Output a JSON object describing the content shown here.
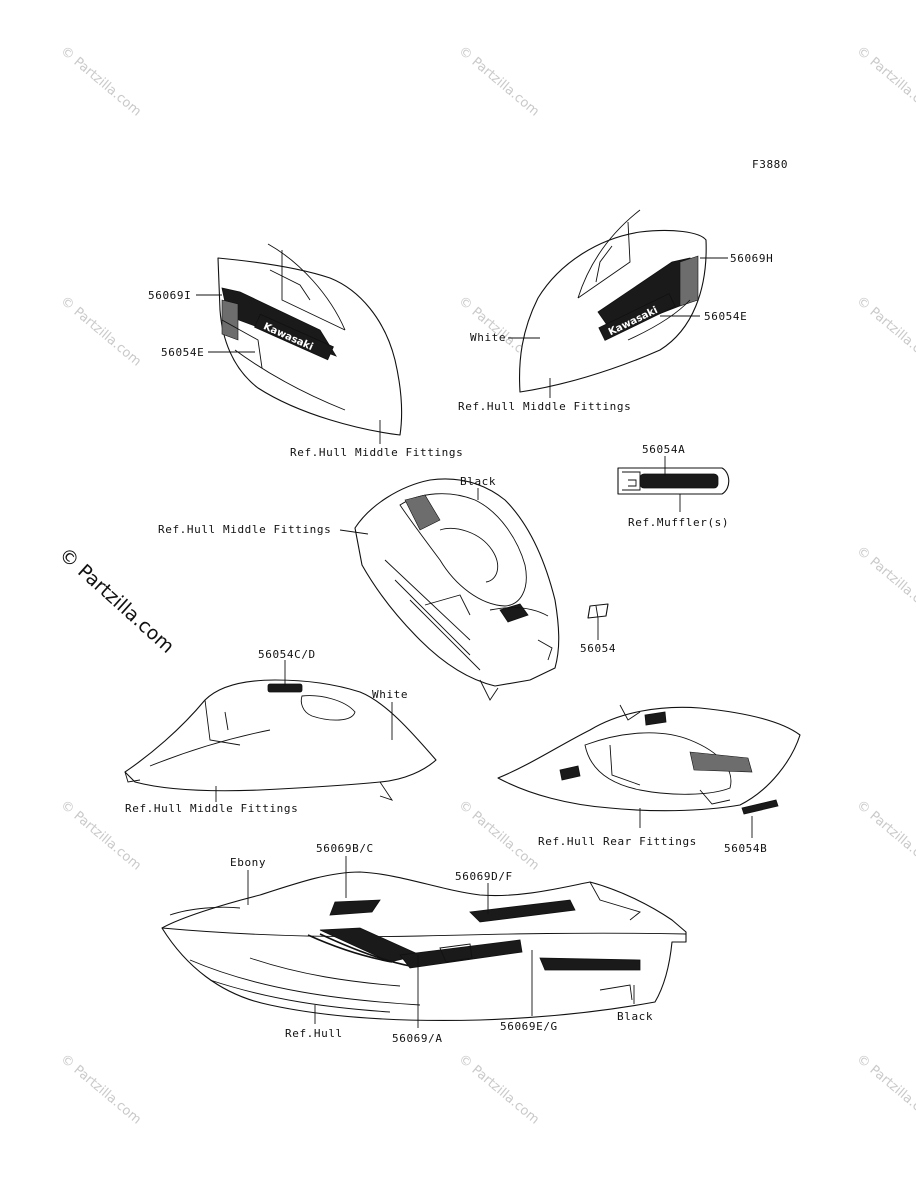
{
  "diagram_code": "F3880",
  "watermark": {
    "text": "© Partzilla.com",
    "big_text": "© Partzilla.com"
  },
  "brand_text": "Kawasaki",
  "colors": {
    "line": "#111111",
    "watermark": "#c9c9c9",
    "background": "#ffffff"
  },
  "labels": {
    "p56069I": "56069I",
    "p56054E_left": "56054E",
    "ref_hull_middle_1": "Ref.Hull Middle Fittings",
    "p56069H": "56069H",
    "white_1": "White",
    "p56054E_right": "56054E",
    "ref_hull_middle_2": "Ref.Hull Middle Fittings",
    "p56054A": "56054A",
    "ref_mufflers": "Ref.Muffler(s)",
    "black_1": "Black",
    "ref_hull_middle_3": "Ref.Hull Middle Fittings",
    "p56054": "56054",
    "p56054CD": "56054C/D",
    "white_2": "White",
    "ref_hull_middle_4": "Ref.Hull Middle Fittings",
    "ref_hull_rear": "Ref.Hull Rear Fittings",
    "p56054B": "56054B",
    "ebony": "Ebony",
    "p56069BC": "56069B/C",
    "p56069DF": "56069D/F",
    "ref_hull": "Ref.Hull",
    "p56069A": "56069/A",
    "p56069EG": "56069E/G",
    "black_2": "Black"
  }
}
